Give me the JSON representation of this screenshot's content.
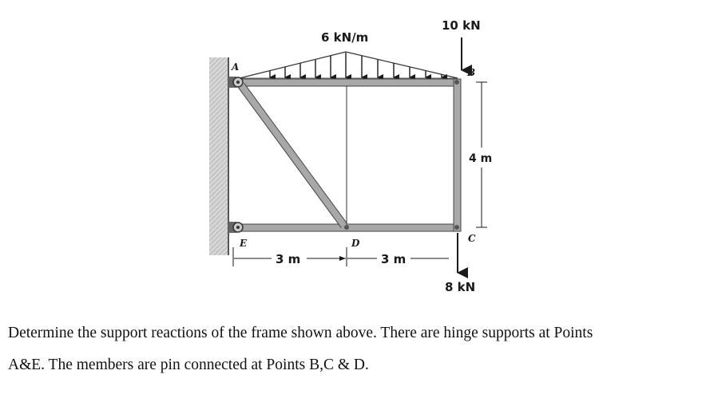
{
  "diagram": {
    "load_labels": {
      "distributed": "6 kN/m",
      "point_top": "10 kN",
      "point_bottom": "8 kN"
    },
    "dimension_labels": {
      "left_span": "3 m",
      "right_span": "3 m",
      "height": "4 m"
    },
    "points": {
      "A": "A",
      "B": "B",
      "C": "C",
      "D": "D",
      "E": "E"
    }
  },
  "problem": {
    "line1": "Determine the support reactions of the frame shown above. There are hinge supports at Points",
    "line2": "A&E. The members are pin connected at Points B,C & D."
  }
}
